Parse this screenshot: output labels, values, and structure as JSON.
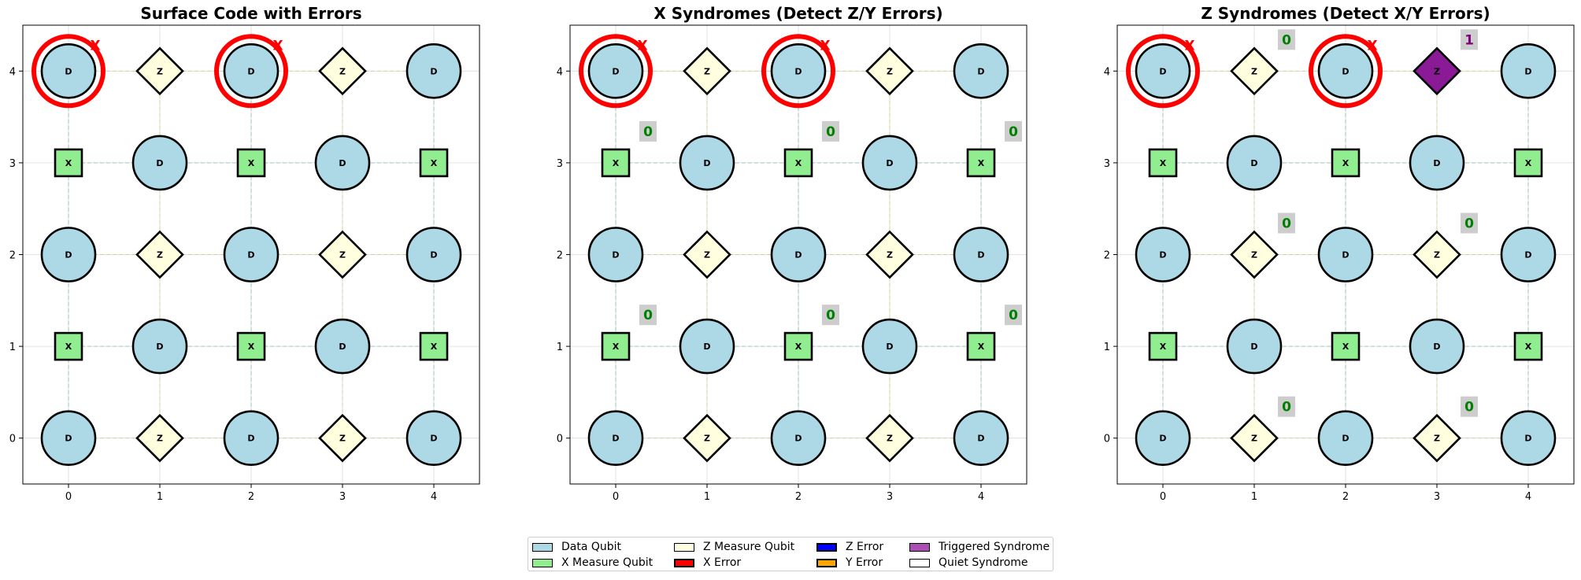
{
  "panels": [
    {
      "title": "Surface Code with Errors",
      "x_ticks": [
        "0",
        "1",
        "2",
        "3",
        "4"
      ],
      "y_ticks": [
        "0",
        "1",
        "2",
        "3",
        "4"
      ],
      "error_marker": "X",
      "errors": [
        {
          "type": "X",
          "col": 0,
          "row": 4
        },
        {
          "type": "X",
          "col": 2,
          "row": 4
        }
      ],
      "syndromes": []
    },
    {
      "title": "X Syndromes (Detect Z/Y Errors)",
      "x_ticks": [
        "0",
        "1",
        "2",
        "3",
        "4"
      ],
      "y_ticks": [
        "0",
        "1",
        "2",
        "3",
        "4"
      ],
      "error_marker": "X",
      "errors": [
        {
          "type": "X",
          "col": 0,
          "row": 4
        },
        {
          "type": "X",
          "col": 2,
          "row": 4
        }
      ],
      "syndromes": [
        {
          "col": 0,
          "row": 3,
          "value": "0",
          "triggered": false
        },
        {
          "col": 2,
          "row": 3,
          "value": "0",
          "triggered": false
        },
        {
          "col": 4,
          "row": 3,
          "value": "0",
          "triggered": false
        },
        {
          "col": 0,
          "row": 1,
          "value": "0",
          "triggered": false
        },
        {
          "col": 2,
          "row": 1,
          "value": "0",
          "triggered": false
        },
        {
          "col": 4,
          "row": 1,
          "value": "0",
          "triggered": false
        }
      ]
    },
    {
      "title": "Z Syndromes (Detect X/Y Errors)",
      "x_ticks": [
        "0",
        "1",
        "2",
        "3",
        "4"
      ],
      "y_ticks": [
        "0",
        "1",
        "2",
        "3",
        "4"
      ],
      "error_marker": "X",
      "errors": [
        {
          "type": "X",
          "col": 0,
          "row": 4
        },
        {
          "type": "X",
          "col": 2,
          "row": 4
        }
      ],
      "syndromes": [
        {
          "col": 1,
          "row": 4,
          "value": "0",
          "triggered": false
        },
        {
          "col": 3,
          "row": 4,
          "value": "1",
          "triggered": true
        },
        {
          "col": 1,
          "row": 2,
          "value": "0",
          "triggered": false
        },
        {
          "col": 3,
          "row": 2,
          "value": "0",
          "triggered": false
        },
        {
          "col": 1,
          "row": 0,
          "value": "0",
          "triggered": false
        },
        {
          "col": 3,
          "row": 0,
          "value": "0",
          "triggered": false
        }
      ]
    }
  ],
  "lattice": {
    "rows": [
      [
        "D",
        "Z",
        "D",
        "Z",
        "D"
      ],
      [
        "X",
        "D",
        "X",
        "D",
        "X"
      ],
      [
        "D",
        "Z",
        "D",
        "Z",
        "D"
      ],
      [
        "X",
        "D",
        "X",
        "D",
        "X"
      ],
      [
        "D",
        "Z",
        "D",
        "Z",
        "D"
      ]
    ],
    "row_order": "top-to-bottom (y = 4 down to y = 0)"
  },
  "colors": {
    "data_qubit": "#add8e6",
    "x_measure": "#90ee90",
    "z_measure": "#ffffe0",
    "x_error": "#ff0000",
    "z_error": "#0000ff",
    "y_error": "#ffa500",
    "triggered_syndrome": "#8b1a96",
    "quiet_syndrome": "#ffffff",
    "syndrome_value_quiet": "#008000",
    "syndrome_value_triggered": "#800080",
    "syndrome_box": "#c8c8c8"
  },
  "legend": {
    "items": [
      {
        "label": "Data Qubit",
        "color": "#add8e6"
      },
      {
        "label": "X Measure Qubit",
        "color": "#90ee90"
      },
      {
        "label": "Z Measure Qubit",
        "color": "#ffffe0"
      },
      {
        "label": "X Error",
        "color": "#ff0000"
      },
      {
        "label": "Z Error",
        "color": "#0000ff"
      },
      {
        "label": "Y Error",
        "color": "#ffa500"
      },
      {
        "label": "Triggered Syndrome",
        "color": "#a94fb2"
      },
      {
        "label": "Quiet Syndrome",
        "color": "#ffffff"
      }
    ]
  }
}
